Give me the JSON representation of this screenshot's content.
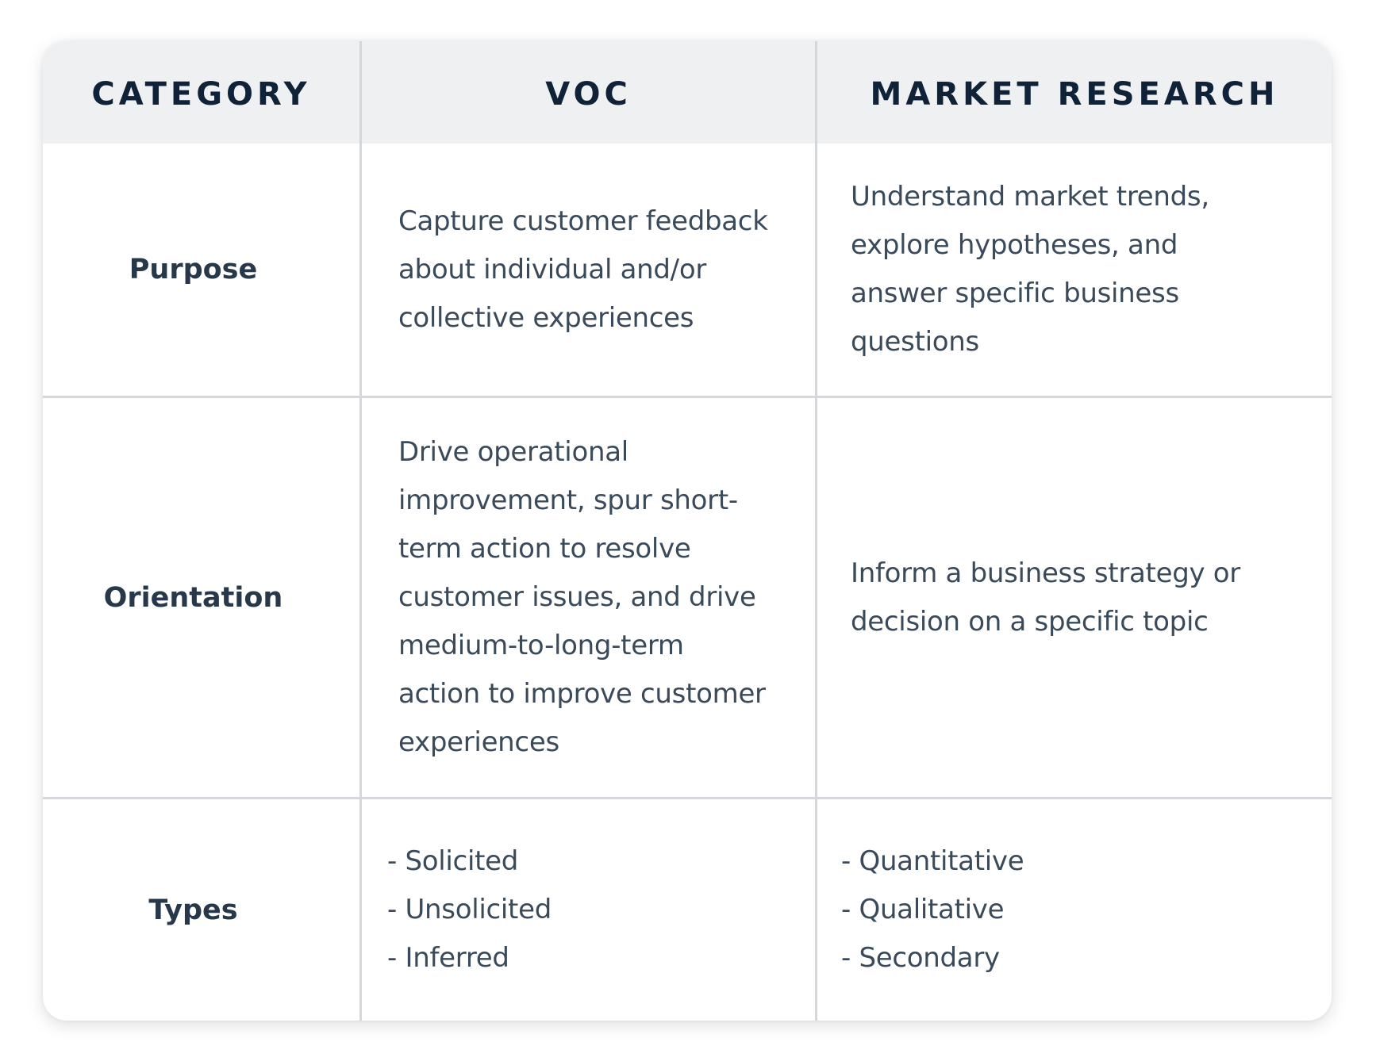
{
  "table": {
    "headers": [
      "CATEGORY",
      "VOC",
      "MARKET RESEARCH"
    ],
    "rows": [
      {
        "category": "Purpose",
        "voc": "Capture customer feedback about individual and/or collective experiences",
        "market_research": "Understand market trends, explore hypotheses, and answer specific business questions"
      },
      {
        "category": "Orientation",
        "voc": "Drive operational improvement, spur short-term action to resolve customer issues, and drive medium-to-long-term action to improve customer experiences",
        "market_research": "Inform a business strategy or decision on a specific topic"
      },
      {
        "category": "Types",
        "voc": [
          "- Solicited",
          "- Unsolicited",
          "- Inferred"
        ],
        "market_research": [
          "- Quantitative",
          "- Qualitative",
          "- Secondary"
        ]
      }
    ]
  },
  "colors": {
    "header_bg": "#eef0f2",
    "header_text": "#0f2238",
    "label_text": "#26384a",
    "body_text": "#3a4a5a",
    "grid_line": "#d4d8de"
  }
}
